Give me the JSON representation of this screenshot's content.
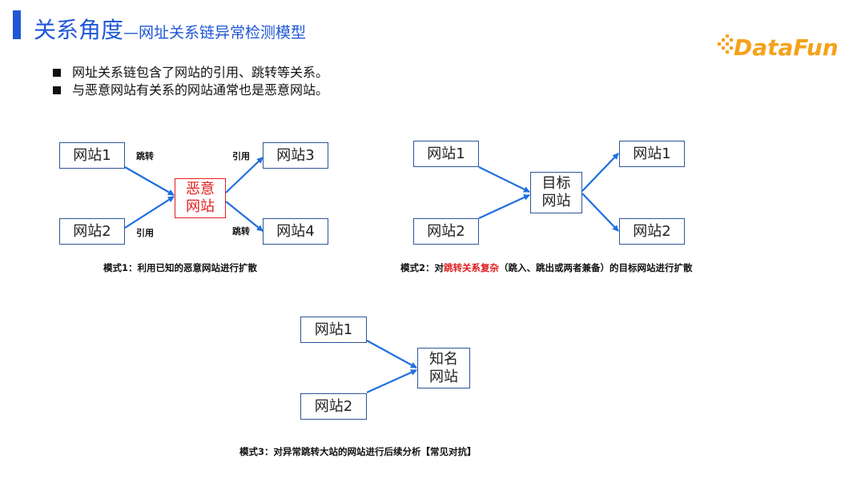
{
  "header": {
    "title_main": "关系角度",
    "title_sub": "—网址关系链异常检测模型",
    "logo_text": "DataFun."
  },
  "bullets": [
    "网址关系链包含了网站的引用、跳转等关系。",
    "与恶意网站有关系的网站通常也是恶意网站。"
  ],
  "colors": {
    "accent": "#1f57d6",
    "box_border": "#2f5597",
    "arrow": "#1f6fe0",
    "highlight": "#e0201f",
    "logo_orange": "#f5a21b"
  },
  "diagram1": {
    "node_site1": "网站1",
    "node_site2": "网站2",
    "node_site3": "网站3",
    "node_site4": "网站4",
    "node_malicious_l1": "恶意",
    "node_malicious_l2": "网站",
    "edge_jump_in": "跳转",
    "edge_ref_in": "引用",
    "edge_ref_out": "引用",
    "edge_jump_out": "跳转",
    "caption": "模式1：利用已知的恶意网站进行扩散"
  },
  "diagram2": {
    "node_in1": "网站1",
    "node_in2": "网站2",
    "node_out1": "网站1",
    "node_out2": "网站2",
    "node_target_l1": "目标",
    "node_target_l2": "网站",
    "caption_pre": "模式2：对",
    "caption_hl": "跳转关系复杂",
    "caption_post": "（跳入、跳出或两者兼备）的目标网站进行扩散"
  },
  "diagram3": {
    "node_in1": "网站1",
    "node_in2": "网站2",
    "node_famous_l1": "知名",
    "node_famous_l2": "网站",
    "caption": "模式3：对异常跳转大站的网站进行后续分析【常见对抗】"
  }
}
